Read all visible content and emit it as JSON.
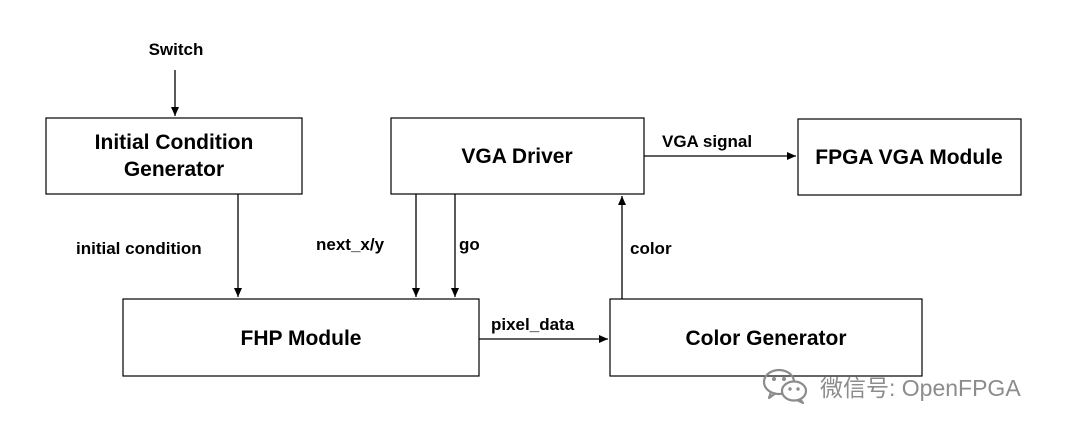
{
  "diagram": {
    "blocks": {
      "initial_condition_generator": [
        "Initial Condition",
        "Generator"
      ],
      "vga_driver": "VGA Driver",
      "fpga_vga_module": "FPGA VGA Module",
      "fhp_module": "FHP Module",
      "color_generator": "Color Generator"
    },
    "labels": {
      "switch": "Switch",
      "initial_condition": "initial condition",
      "next_xy": "next_x/y",
      "go": "go",
      "color": "color",
      "vga_signal": "VGA signal",
      "pixel_data": "pixel_data"
    },
    "watermark": {
      "text": "微信号: OpenFPGA",
      "icon": "wechat-icon"
    }
  }
}
